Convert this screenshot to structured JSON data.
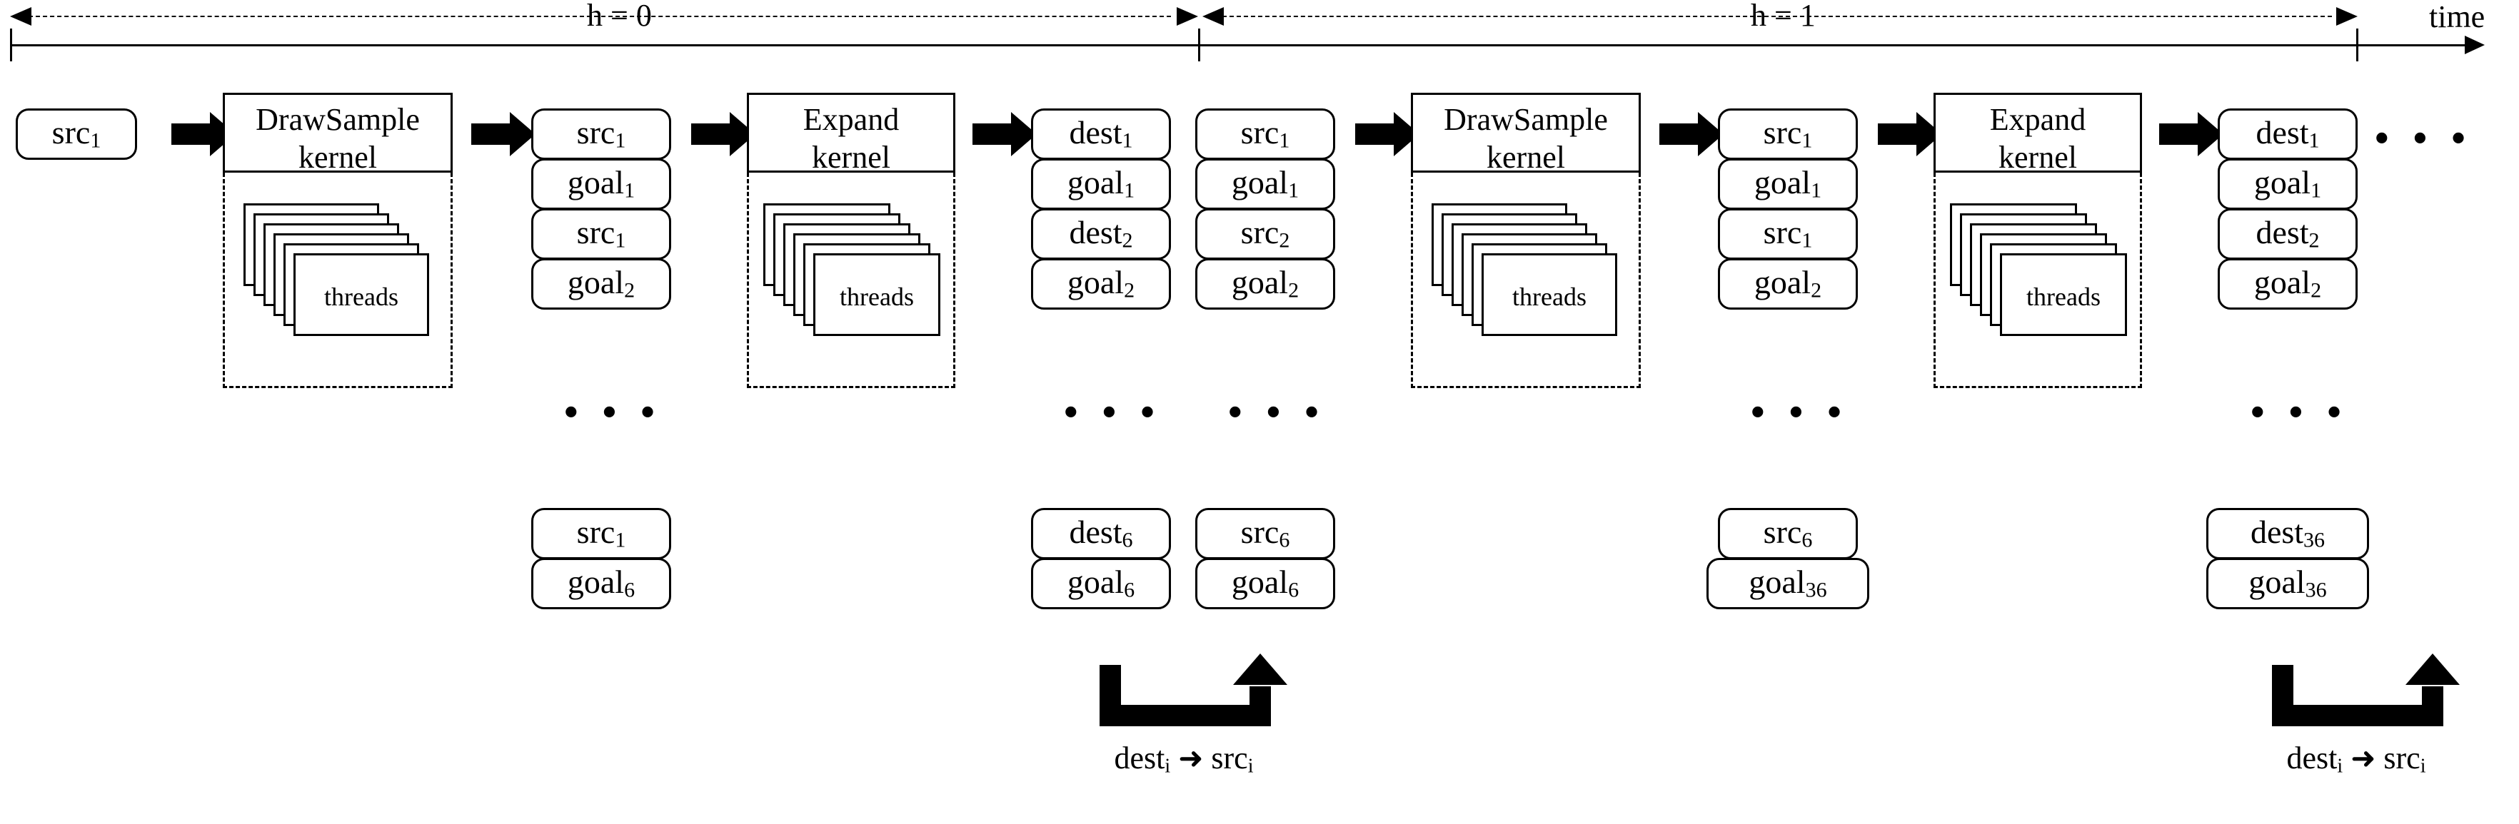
{
  "diagram": {
    "title": "GPU sampling-expansion pipeline timeline",
    "timeline": {
      "axis_label": "time",
      "segments": [
        {
          "id": "h0",
          "label": "h = 0"
        },
        {
          "id": "h1",
          "label": "h = 1"
        }
      ]
    },
    "kernels": {
      "draw_sample": {
        "line1": "DrawSample",
        "line2": "kernel",
        "threads_label": "threads"
      },
      "expand": {
        "line1": "Expand",
        "line2": "kernel",
        "threads_label": "threads"
      }
    },
    "ellipsis": "• • •",
    "trailing_ellipsis": "• • •",
    "feedback": {
      "label_from": "dest",
      "label_from_sub": "i",
      "label_arrow": "➜",
      "label_to": "src",
      "label_to_sub": "i"
    },
    "columns": [
      {
        "id": "col0-input",
        "stage": "h0-input",
        "top_items": [
          {
            "text": "src",
            "sub": "1"
          }
        ],
        "bottom_items": [],
        "has_ellipsis": false
      },
      {
        "id": "col1-drawsample-h0",
        "stage": "h0-kernel-drawsample",
        "type": "kernel",
        "kernel": "draw_sample"
      },
      {
        "id": "col2-after-drawsample-h0",
        "stage": "h0-samples",
        "top_items": [
          {
            "text": "src",
            "sub": "1"
          },
          {
            "text": "goal",
            "sub": "1"
          },
          {
            "text": "src",
            "sub": "1"
          },
          {
            "text": "goal",
            "sub": "2"
          }
        ],
        "bottom_items": [
          {
            "text": "src",
            "sub": "1"
          },
          {
            "text": "goal",
            "sub": "6"
          }
        ],
        "has_ellipsis": true
      },
      {
        "id": "col3-expand-h0",
        "stage": "h0-kernel-expand",
        "type": "kernel",
        "kernel": "expand"
      },
      {
        "id": "col4-dest-h0",
        "stage": "h0-dest",
        "top_items": [
          {
            "text": "dest",
            "sub": "1"
          },
          {
            "text": "goal",
            "sub": "1"
          },
          {
            "text": "dest",
            "sub": "2"
          },
          {
            "text": "goal",
            "sub": "2"
          }
        ],
        "bottom_items": [
          {
            "text": "dest",
            "sub": "6"
          },
          {
            "text": "goal",
            "sub": "6"
          }
        ],
        "has_ellipsis": true,
        "feedback_source": true
      },
      {
        "id": "col5-input-h1",
        "stage": "h1-input",
        "top_items": [
          {
            "text": "src",
            "sub": "1"
          },
          {
            "text": "goal",
            "sub": "1"
          },
          {
            "text": "src",
            "sub": "2"
          },
          {
            "text": "goal",
            "sub": "2"
          }
        ],
        "bottom_items": [
          {
            "text": "src",
            "sub": "6"
          },
          {
            "text": "goal",
            "sub": "6"
          }
        ],
        "has_ellipsis": true,
        "feedback_target": true
      },
      {
        "id": "col6-drawsample-h1",
        "stage": "h1-kernel-drawsample",
        "type": "kernel",
        "kernel": "draw_sample"
      },
      {
        "id": "col7-after-drawsample-h1",
        "stage": "h1-samples",
        "top_items": [
          {
            "text": "src",
            "sub": "1"
          },
          {
            "text": "goal",
            "sub": "1"
          },
          {
            "text": "src",
            "sub": "1"
          },
          {
            "text": "goal",
            "sub": "2"
          }
        ],
        "bottom_items": [
          {
            "text": "src",
            "sub": "6"
          },
          {
            "text": "goal",
            "sub": "36"
          }
        ],
        "has_ellipsis": true
      },
      {
        "id": "col8-expand-h1",
        "stage": "h1-kernel-expand",
        "type": "kernel",
        "kernel": "expand"
      },
      {
        "id": "col9-dest-h1",
        "stage": "h1-dest",
        "top_items": [
          {
            "text": "dest",
            "sub": "1"
          },
          {
            "text": "goal",
            "sub": "1"
          },
          {
            "text": "dest",
            "sub": "2"
          },
          {
            "text": "goal",
            "sub": "2"
          }
        ],
        "bottom_items": [
          {
            "text": "dest",
            "sub": "36"
          },
          {
            "text": "goal",
            "sub": "36"
          }
        ],
        "has_ellipsis": true,
        "feedback_source": true
      }
    ]
  },
  "colors": {
    "ink": "#000000",
    "paper": "#ffffff"
  }
}
